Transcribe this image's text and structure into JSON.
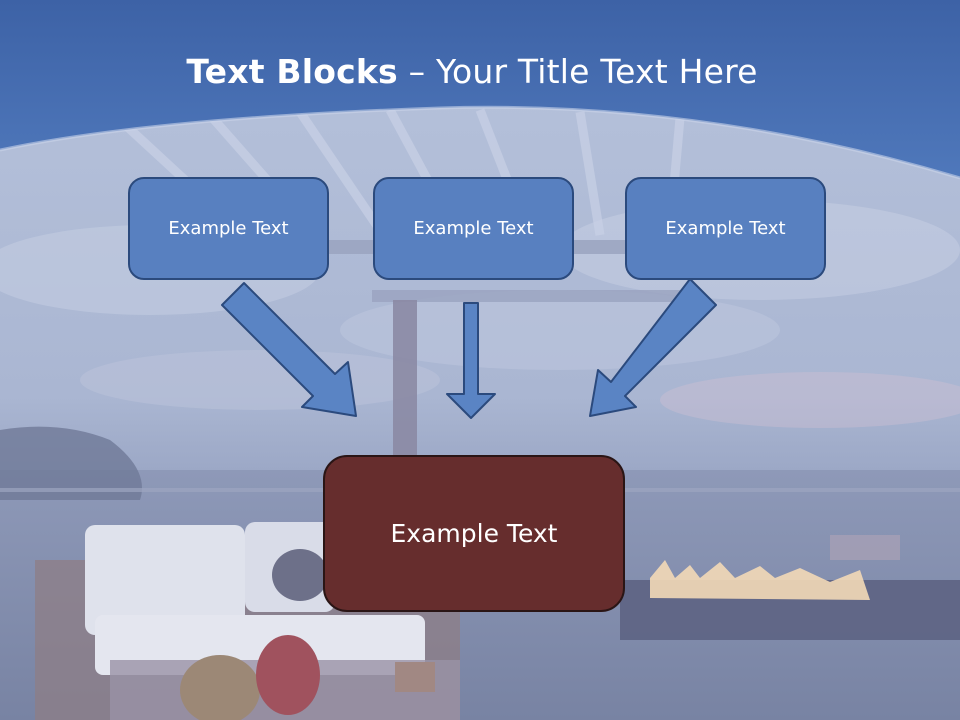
{
  "slide": {
    "title_bold": "Text Blocks",
    "title_rest": " – Your Title Text Here",
    "top_boxes": [
      {
        "label": "Example Text"
      },
      {
        "label": "Example Text"
      },
      {
        "label": "Example Text"
      }
    ],
    "main_box": {
      "label": "Example Text"
    }
  },
  "colors": {
    "header_blue": "#4a72b5",
    "top_box_fill": "#5880c0",
    "arrow_fill": "#5a84c4",
    "main_box_fill": "#662d2d"
  }
}
